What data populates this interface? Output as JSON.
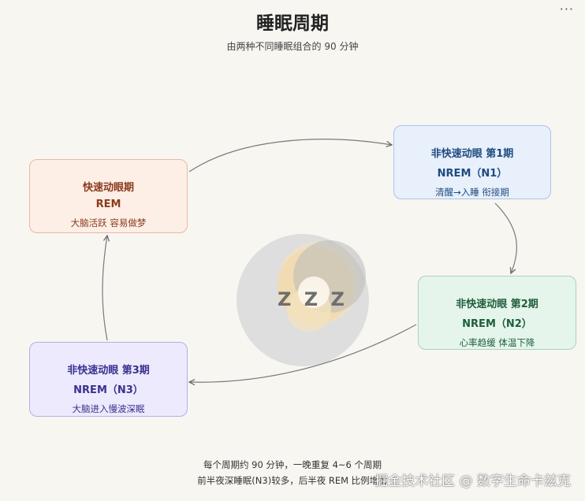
{
  "title": "睡眠周期",
  "subtitle": "由两种不同睡眠组合的 90 分钟",
  "menu_icon": "more-horizontal-icon",
  "nodes": {
    "rem": {
      "line1": "快速动眼期",
      "line2": "REM",
      "desc": "大脑活跃 容易做梦",
      "color": "#8a3b1c",
      "bg": "#fdeee6"
    },
    "n1": {
      "line1": "非快速动眼 第1期",
      "line2": "NREM（N1）",
      "desc": "清醒→入睡 衔接期",
      "color": "#1f4a80",
      "bg": "#e7f0fb"
    },
    "n2": {
      "line1": "非快速动眼 第2期",
      "line2": "NREM（N2）",
      "desc": "心率趋缓 体温下降",
      "color": "#1f5e3b",
      "bg": "#e5f5ec"
    },
    "n3": {
      "line1": "非快速动眼 第3期",
      "line2": "NREM（N3）",
      "desc": "大脑进入慢波深眠",
      "color": "#3a3190",
      "bg": "#eceafc"
    }
  },
  "center": {
    "zzz": "Z Z Z"
  },
  "footer": {
    "line1": "每个周期约 90 分钟，一晚重复 4~6 个周期",
    "line2": "前半夜深睡眠(N3)较多，后半夜 REM 比例增加"
  },
  "watermark": "掘金技术社区 @ 数字生命卡兹克"
}
